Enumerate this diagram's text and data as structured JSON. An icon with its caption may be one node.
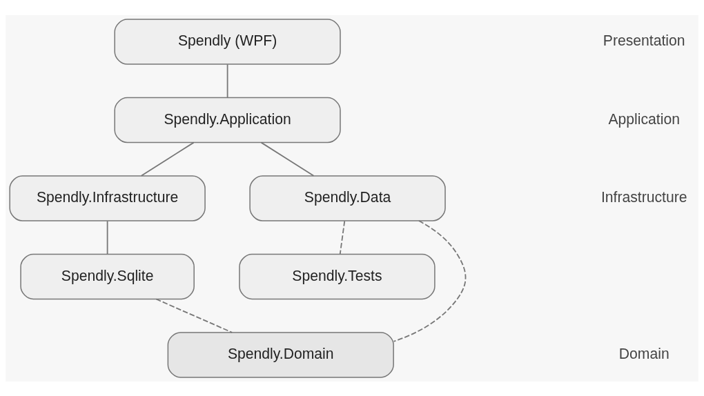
{
  "diagram": {
    "nodes": [
      {
        "text": [
          "Spendly (WPF)"
        ]
      },
      {
        "text": [
          "Spendly.Application"
        ]
      },
      {
        "text": [
          "Spendly.Infrastructure"
        ]
      },
      {
        "text": [
          "Spendly.Data"
        ]
      },
      {
        "text": [
          "Spendly.Sqlite"
        ]
      },
      {
        "text": [
          "Spendly.Tests"
        ]
      },
      {
        "text": [
          "Spendly.Domain"
        ]
      }
    ],
    "edges": [
      {
        "from": 0,
        "to": 1,
        "arrow": "none"
      },
      {
        "from": 1,
        "to": 2,
        "arrow": "none"
      },
      {
        "from": 1,
        "to": 3,
        "arrow": "none"
      },
      {
        "from": 2,
        "to": 4,
        "arrow": "none"
      },
      {
        "from": 3,
        "to": 6,
        "arrow": "none",
        "style": "dashed"
      },
      {
        "from": 3,
        "to": 5,
        "arrow": "none",
        "style": "dashed"
      },
      {
        "from": 4,
        "to": 6,
        "arrow": "none",
        "style": "dashed"
      }
    ],
    "labels": [
      "Presentation",
      "Application",
      "Infrastructure",
      "Domain"
    ]
  }
}
